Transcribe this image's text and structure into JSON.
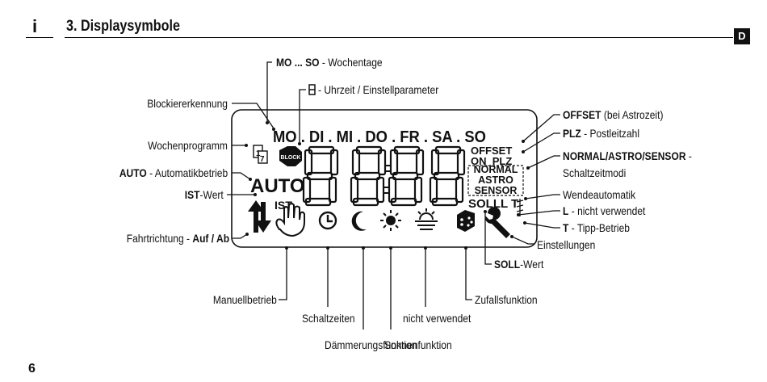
{
  "header": {
    "info_icon": "i",
    "title": "3.  Displaysymbole",
    "lang_badge": "D"
  },
  "page_number": "6",
  "display": {
    "weekdays": [
      "MO",
      "DI",
      "MI",
      "DO",
      "FR",
      "SA",
      "SO"
    ],
    "block": "BLOCK",
    "auto": "AUTO",
    "ist": "IST",
    "offset": "OFFSET",
    "on_plz": "ON_PLZ",
    "modes": [
      "NORMAL",
      "ASTRO",
      "SENSOR"
    ],
    "soll": "SOLL",
    "lt": "L T",
    "week_icon": "1/7"
  },
  "labels": {
    "weekdays": {
      "bold": "MO ... SO",
      "text": " - Wochentage"
    },
    "clock": {
      "text": " - Uhrzeit / Einstellparameter"
    },
    "blocking": {
      "text": "Blockiererkennung"
    },
    "weekprog": {
      "text": "Wochenprogramm"
    },
    "auto": {
      "bold": "AUTO",
      "text": " - Automatikbetrieb"
    },
    "ist": {
      "bold": "IST",
      "text": "-Wert"
    },
    "direction": {
      "text": "Fahrtrichtung - ",
      "bold": "Auf / Ab"
    },
    "offset": {
      "bold": "OFFSET",
      "text": " (bei Astrozeit)"
    },
    "plz": {
      "bold": "PLZ",
      "text": " - Postleitzahl"
    },
    "modes": {
      "bold": "NORMAL/ASTRO/SENSOR",
      "text": " -",
      "line2": "Schaltzeitmodi"
    },
    "turn": {
      "text": "Wendeautomatik"
    },
    "l": {
      "bold": "L",
      "text": " - nicht verwendet"
    },
    "t": {
      "bold": "T",
      "text": " - Tipp-Betrieb"
    },
    "settings": {
      "text": "Einstellungen"
    },
    "soll": {
      "bold": "SOLL",
      "text": "-Wert"
    },
    "manual": {
      "text": "Manuellbetrieb"
    },
    "times": {
      "text": "Schaltzeiten"
    },
    "dusk": {
      "text": "Dämmerungsfunktion"
    },
    "sun": {
      "text": "Sonnenfunktion"
    },
    "unused": {
      "text": "nicht verwendet"
    },
    "random": {
      "text": "Zufallsfunktion"
    }
  },
  "icons": [
    "info-icon",
    "block-icon",
    "week-program-icon",
    "up-down-arrows-icon",
    "hand-icon",
    "clock-icon",
    "moon-icon",
    "sun-icon",
    "sunset-icon",
    "dice-icon",
    "wrench-icon"
  ]
}
